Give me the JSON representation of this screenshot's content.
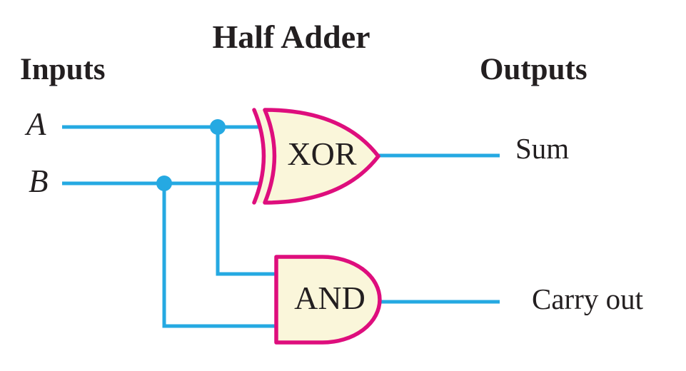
{
  "title": "Half Adder",
  "headings": {
    "inputs": "Inputs",
    "outputs": "Outputs"
  },
  "inputs": [
    {
      "label": "A"
    },
    {
      "label": "B"
    }
  ],
  "gates": [
    {
      "type": "xor",
      "label": "XOR"
    },
    {
      "type": "and",
      "label": "AND"
    }
  ],
  "outputs": [
    {
      "label": "Sum"
    },
    {
      "label": "Carry out"
    }
  ],
  "colors": {
    "wire": "#25a9e2",
    "gate_outline": "#de0e7d",
    "gate_fill": "#faf6da",
    "text": "#231f20"
  }
}
